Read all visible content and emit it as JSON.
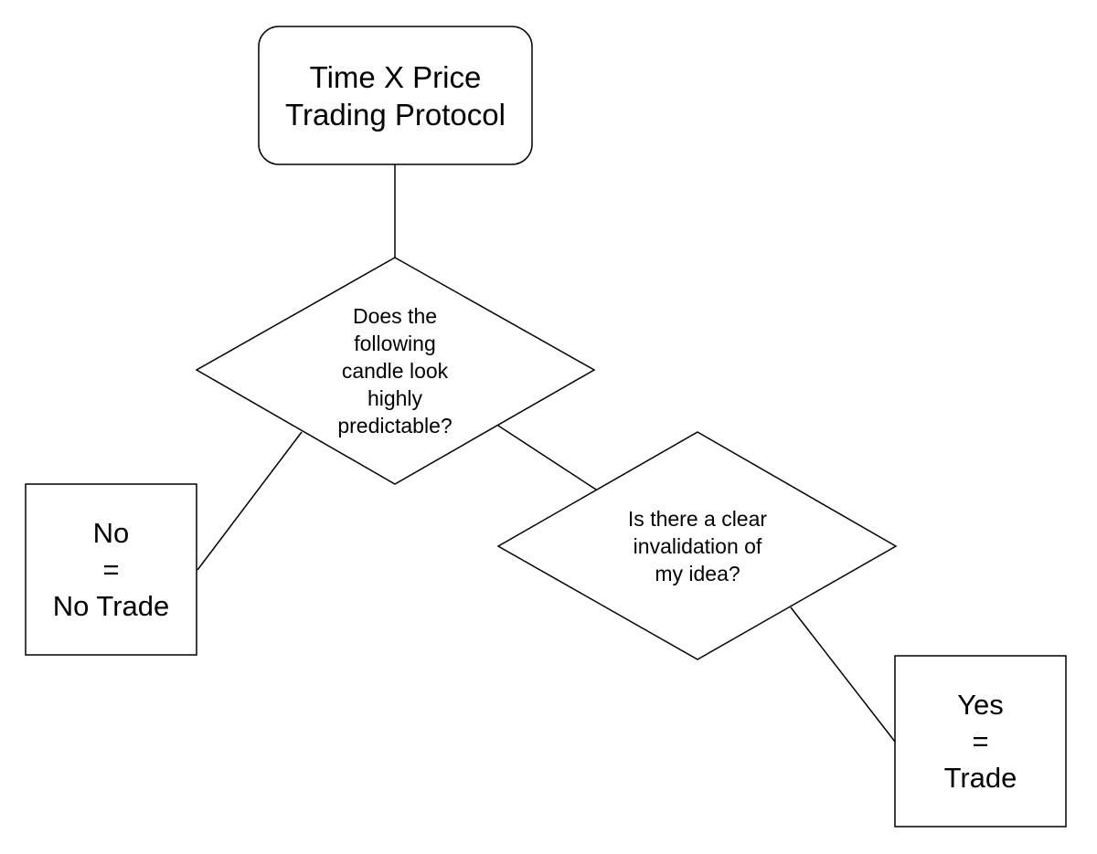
{
  "start": {
    "lines": [
      "Time X Price",
      "Trading Protocol"
    ]
  },
  "decision_1": {
    "lines": [
      "Does the",
      "following",
      "candle look",
      "highly",
      "predictable?"
    ]
  },
  "decision_2": {
    "lines": [
      "Is there a clear",
      "invalidation of",
      "my idea?"
    ]
  },
  "outcome_no": {
    "lines": [
      "No",
      "=",
      "No Trade"
    ]
  },
  "outcome_yes": {
    "lines": [
      "Yes",
      "=",
      "Trade"
    ]
  },
  "colors": {
    "stroke": "#000000",
    "fill": "#ffffff",
    "text": "#000000"
  }
}
